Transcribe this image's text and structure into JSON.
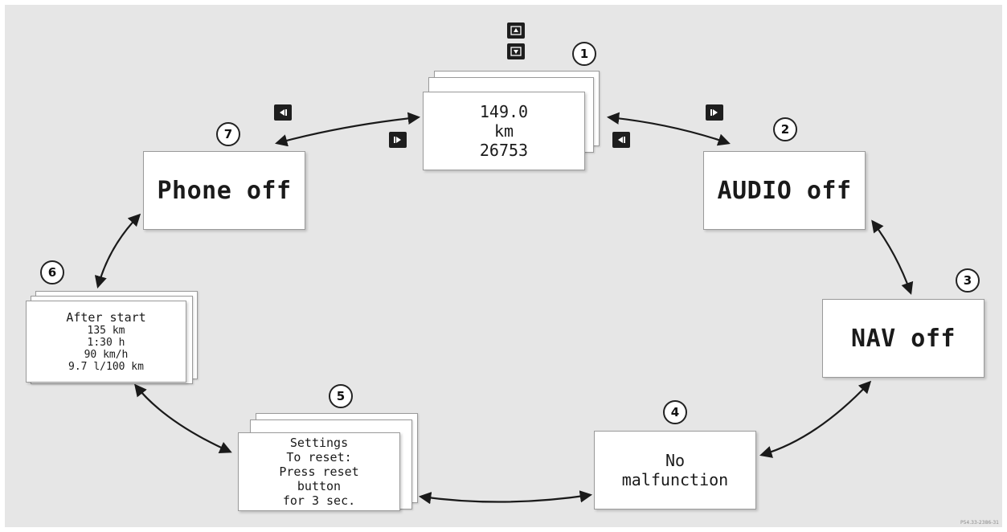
{
  "screens": {
    "s1": {
      "number": "1",
      "lines": [
        "149.0",
        "km",
        "26753"
      ]
    },
    "s2": {
      "number": "2",
      "text": "AUDIO off"
    },
    "s3": {
      "number": "3",
      "text": "NAV off"
    },
    "s4": {
      "number": "4",
      "lines": [
        "No",
        "malfunction"
      ]
    },
    "s5": {
      "number": "5",
      "lines": [
        "Settings",
        "To reset:",
        "Press reset",
        "button",
        "for 3 sec."
      ]
    },
    "s6": {
      "number": "6",
      "lines": [
        "After start",
        "135 km",
        "1:30 h",
        "90 km/h",
        "9.7 l/100 km"
      ]
    },
    "s7": {
      "number": "7",
      "text": "Phone off"
    }
  },
  "keys": {
    "up_icon": "arrow-up-key-icon",
    "down_icon": "arrow-down-key-icon",
    "forward_icon": "forward-key-icon",
    "back_icon": "back-key-icon"
  },
  "colors": {
    "background": "#e6e6e6",
    "screen": "#ffffff",
    "ink": "#1a1a1a"
  },
  "credit": "P54.33-2386-31"
}
